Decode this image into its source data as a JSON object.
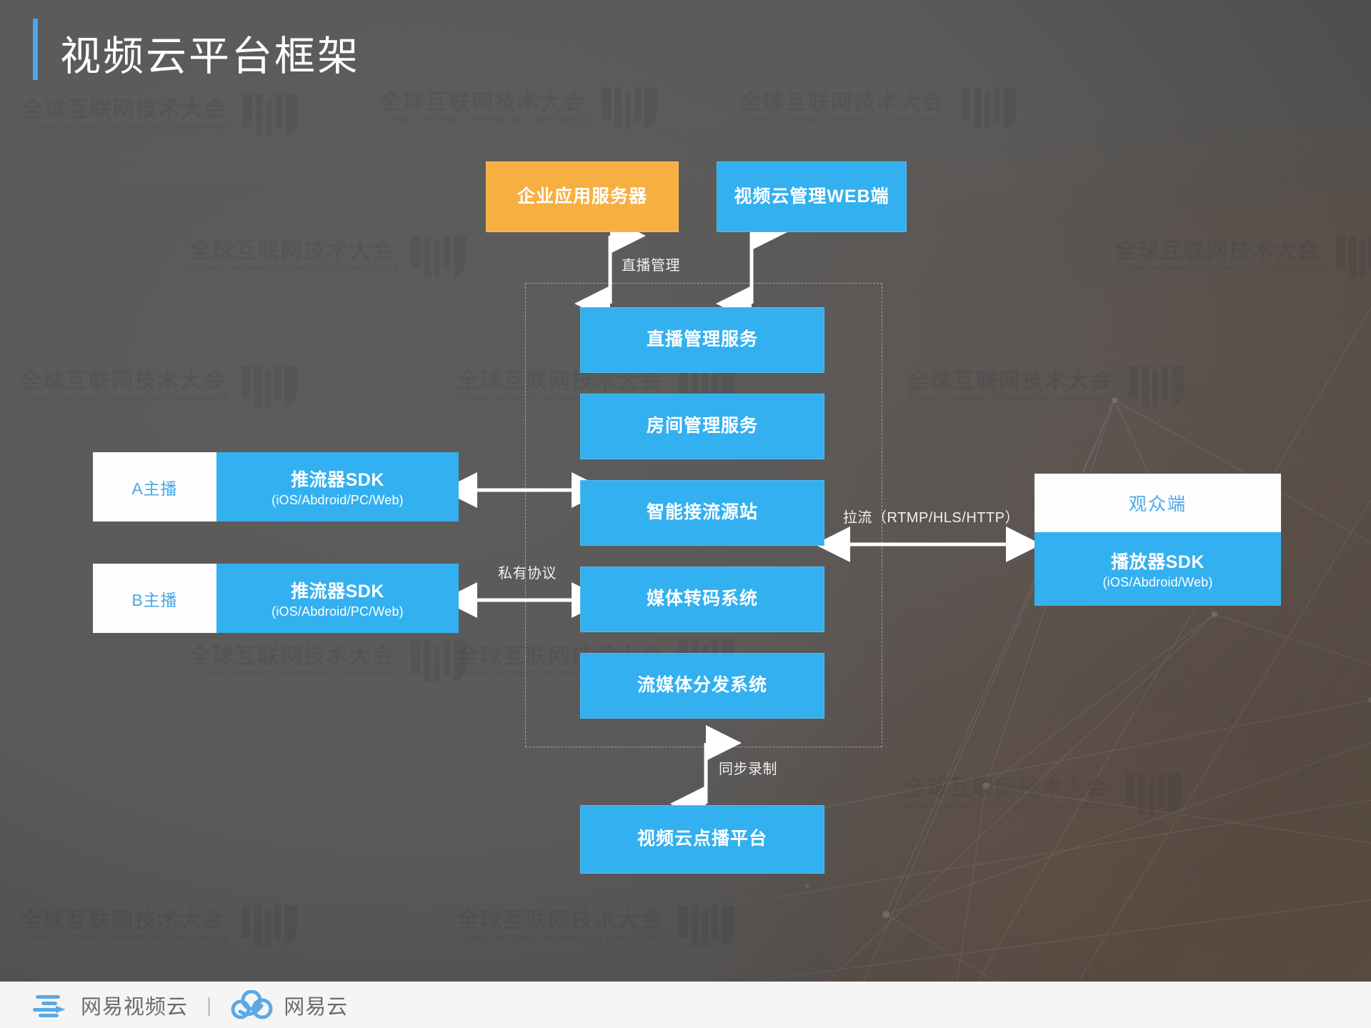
{
  "page": {
    "title": "视频云平台框架",
    "accent_color": "#4aa8e8",
    "blue": "#33b0ef",
    "orange": "#f6b042",
    "background": "#5f5e5d"
  },
  "watermark": {
    "cn": "全球互联网技术大会",
    "en": "GLOBAL INTERNET TECHNOLOGY CONFERENCE"
  },
  "top_nodes": [
    {
      "id": "enterprise-app-server",
      "label": "企业应用服务器",
      "color": "#f6b042"
    },
    {
      "id": "video-cloud-web-console",
      "label": "视频云管理WEB端",
      "color": "#33b0ef"
    }
  ],
  "platform_stack": [
    {
      "id": "live-management-service",
      "label": "直播管理服务"
    },
    {
      "id": "room-management-service",
      "label": "房间管理服务"
    },
    {
      "id": "smart-ingest-origin",
      "label": "智能接流源站"
    },
    {
      "id": "media-transcode-system",
      "label": "媒体转码系统"
    },
    {
      "id": "streaming-delivery-system",
      "label": "流媒体分发系统"
    }
  ],
  "bottom_node": {
    "id": "video-cloud-vod-platform",
    "label": "视频云点播平台"
  },
  "broadcasters": [
    {
      "id": "broadcaster-a",
      "label": "A主播",
      "sdk_name": "推流器SDK",
      "sdk_platforms": "(iOS/Abdroid/PC/Web)"
    },
    {
      "id": "broadcaster-b",
      "label": "B主播",
      "sdk_name": "推流器SDK",
      "sdk_platforms": "(iOS/Abdroid/PC/Web)"
    }
  ],
  "viewer": {
    "id": "viewer-client",
    "label": "观众端",
    "sdk_name": "播放器SDK",
    "sdk_platforms": "(iOS/Abdroid/Web)"
  },
  "connections": {
    "live_management": "直播管理",
    "private_protocol": "私有协议",
    "pull_stream": "拉流（RTMP/HLS/HTTP）",
    "sync_record": "同步录制"
  },
  "footer": {
    "brand_primary": "网易视频云",
    "separator": "|",
    "brand_secondary": "网易云"
  }
}
